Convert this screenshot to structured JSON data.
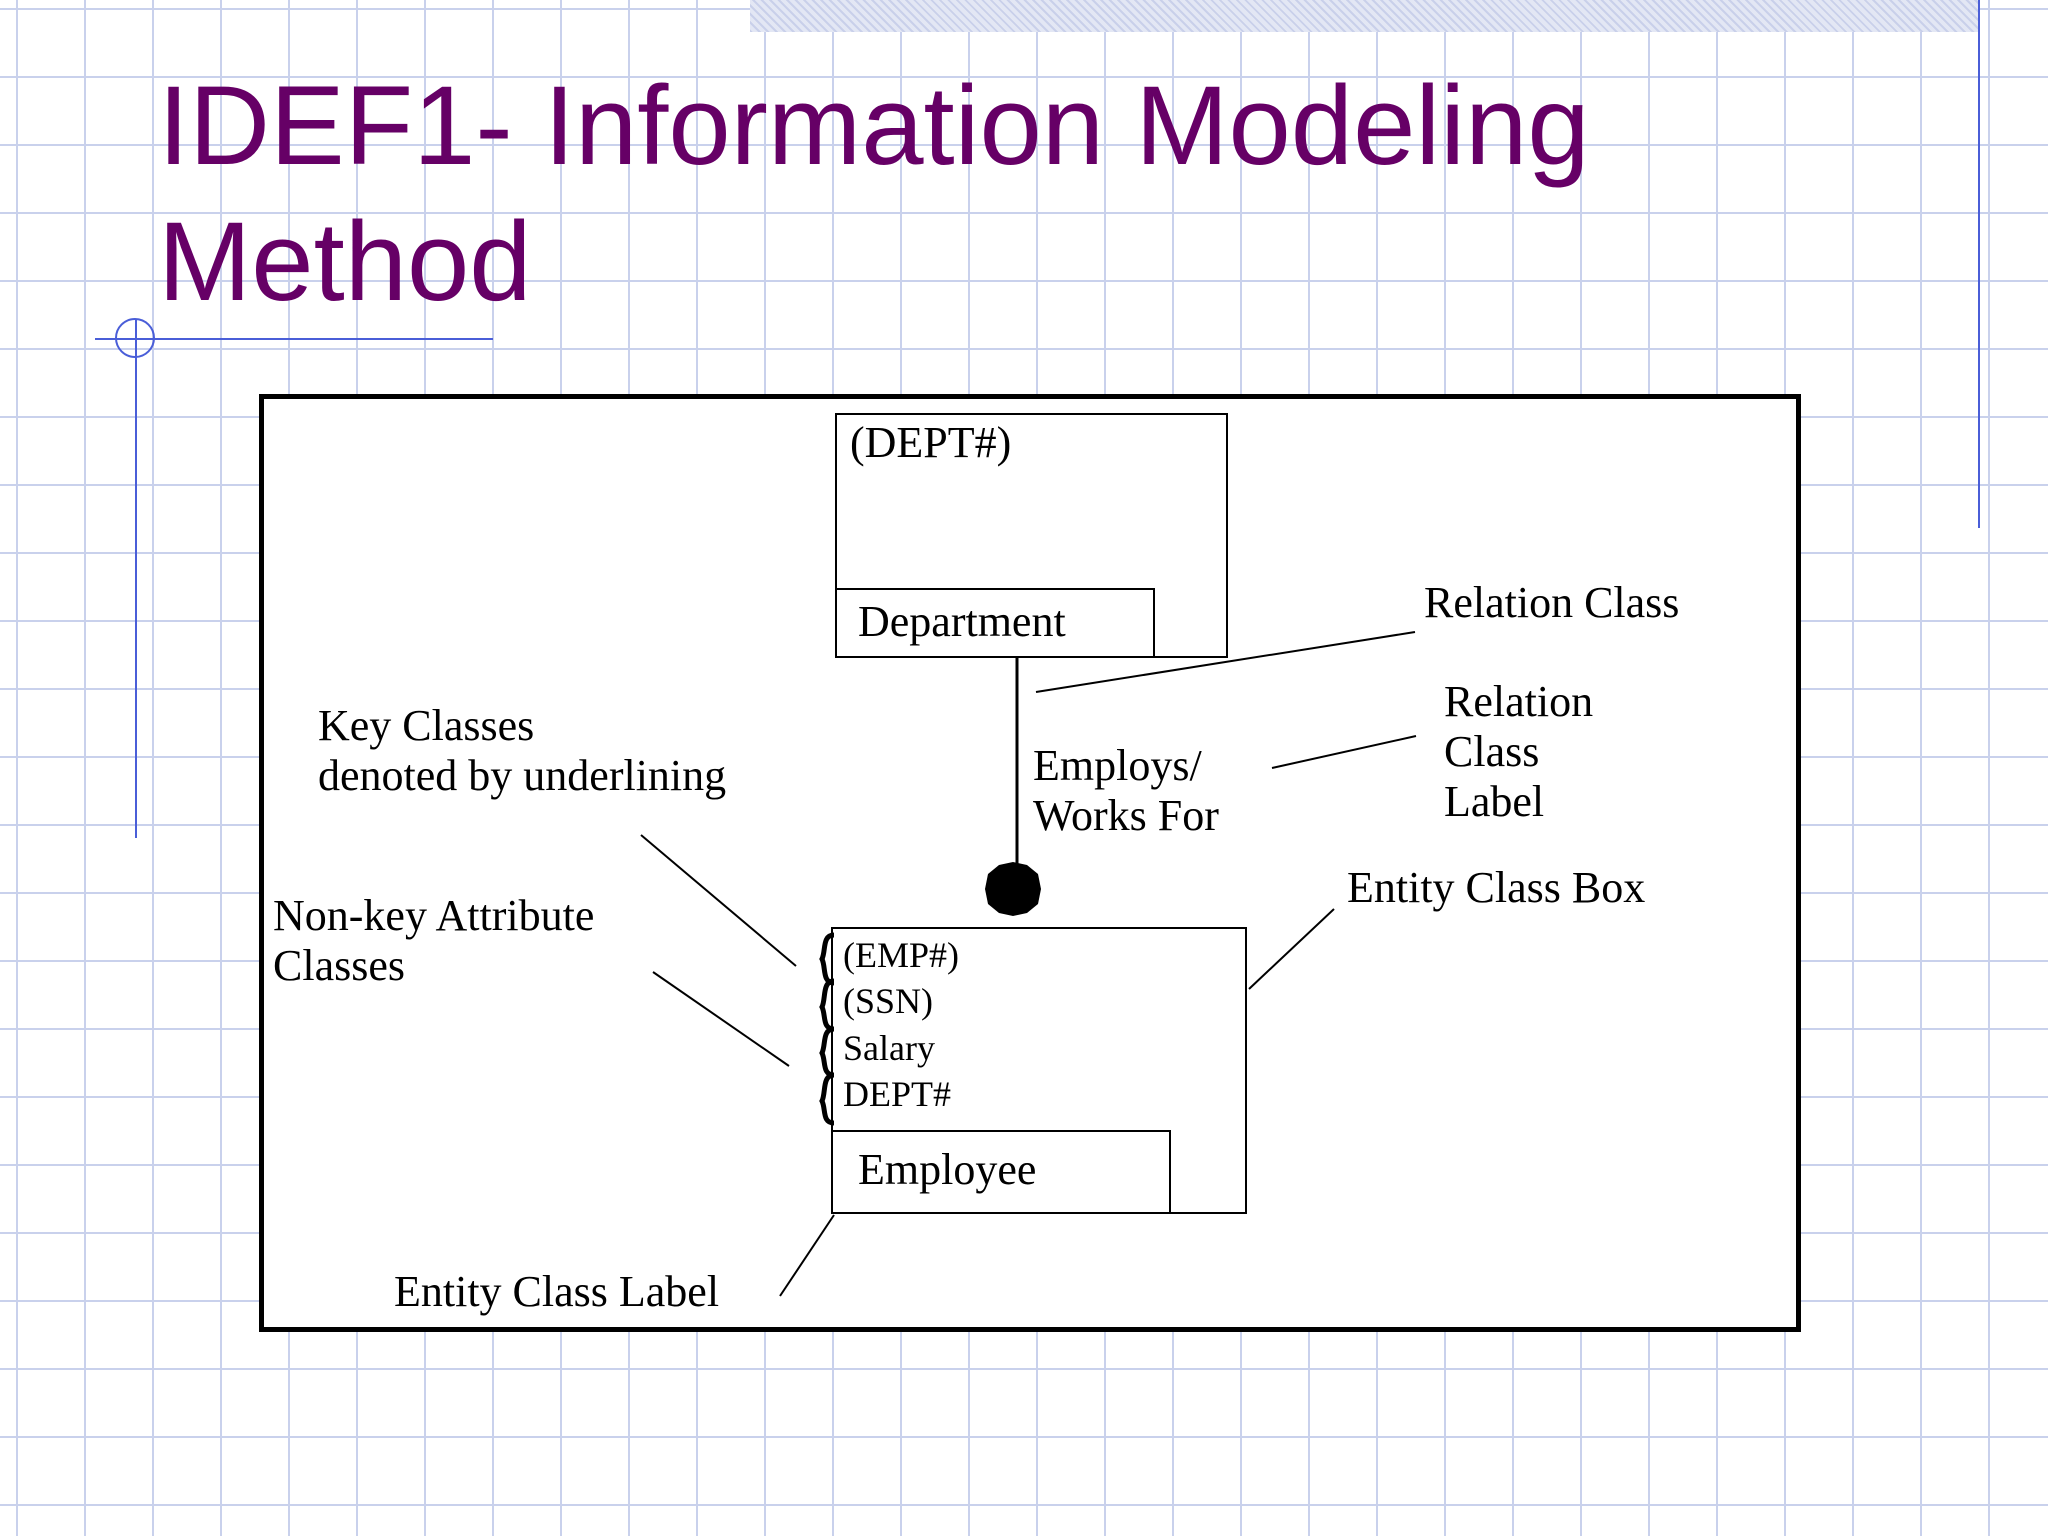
{
  "title": {
    "line1": "IDEF1- Information Modeling",
    "line2": "Method"
  },
  "diagram": {
    "dept_key": "(DEPT#)",
    "dept_label": "Department",
    "relation_label": "Employs/\nWorks For",
    "emp_attributes": [
      "(EMP#)",
      "(SSN)",
      "Salary",
      "DEPT#"
    ],
    "emp_label": "Employee",
    "callouts": {
      "relation_class": "Relation Class",
      "relation_class_label": "Relation\nClass\nLabel",
      "entity_class_box": "Entity Class  Box",
      "key_classes": "Key Classes\ndenoted by underlining",
      "nonkey_classes": "Non-key Attribute\nClasses",
      "entity_class_label": "Entity Class Label"
    }
  }
}
